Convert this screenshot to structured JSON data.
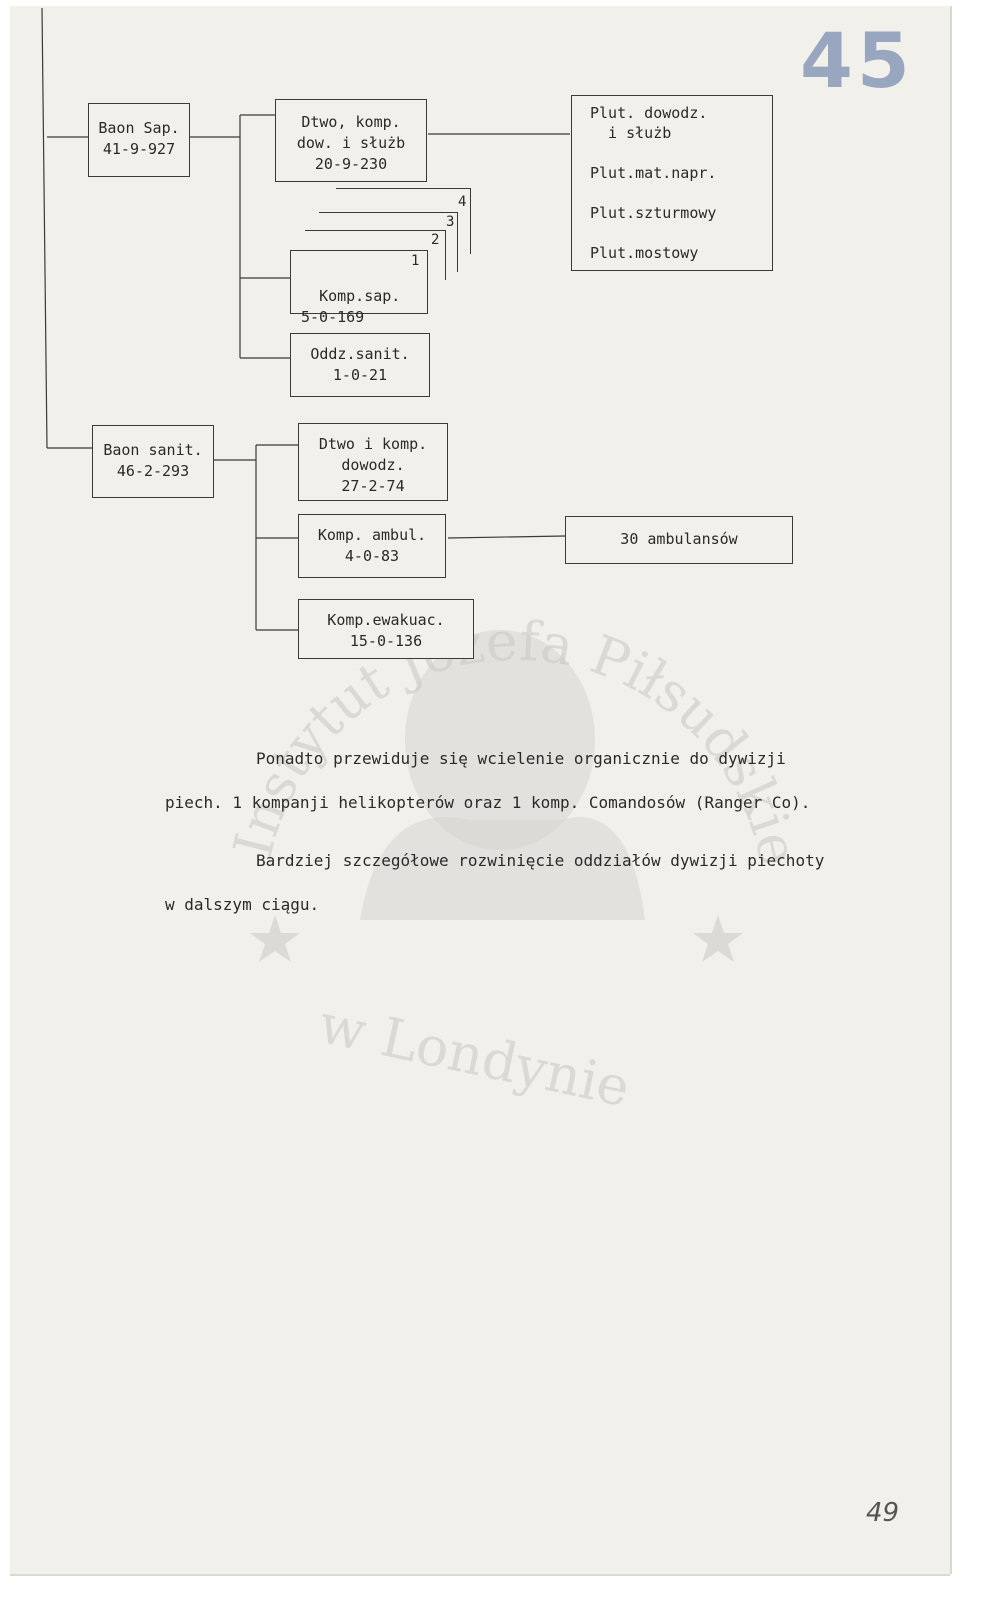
{
  "stamp_number": "45",
  "page_number": "49",
  "watermark": {
    "arc_text": "Instytut Józefa Piłsudskiego",
    "bottom_text": "w Londynie"
  },
  "org": {
    "baon_sap": "Baon Sap.\n41-9-927",
    "dtwo_komp": "Dtwo, komp.\ndow. i służb\n20-9-230",
    "plutony": "Plut. dowodz.\n  i służb\n\nPlut.mat.napr.\n\nPlut.szturmowy\n\nPlut.mostowy",
    "komp_sap": "Komp.sap.\n5-0-169",
    "stack_numbers": [
      "1",
      "2",
      "3",
      "4"
    ],
    "oddz_sanit": "Oddz.sanit.\n1-0-21",
    "baon_sanit": "Baon sanit.\n46-2-293",
    "dtwo_dowodz": "Dtwo i komp.\ndowodz.\n27-2-74",
    "komp_ambul": "Komp. ambul.\n4-0-83",
    "ambulanse": "30 ambulansów",
    "komp_ewak": "Komp.ewakuac.\n15-0-136"
  },
  "text": {
    "para1_line1": "Ponadto przewiduje się wcielenie organicznie do dywizji",
    "para1_line2": "piech. 1 kompanji helikopterów oraz 1 komp. Comandosów (Ranger Co).",
    "para2_line1": "Bardziej szczegółowe rozwinięcie oddziałów dywizji piechoty",
    "para2_line2": "w dalszym ciągu."
  }
}
